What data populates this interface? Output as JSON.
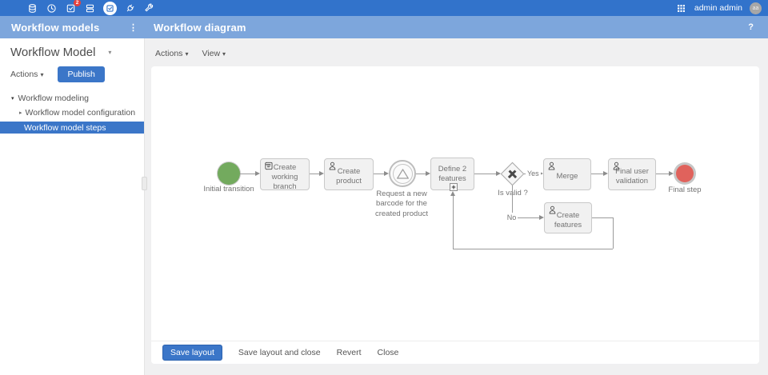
{
  "topbar": {
    "badge_count": "2",
    "user_name": "admin admin",
    "avatar_initials": "aa",
    "icons": [
      "database-icon",
      "clock-icon",
      "tasks-icon",
      "stack-icon",
      "workflow-icon",
      "plug-icon",
      "wrench-icon",
      "apps-grid-icon"
    ]
  },
  "header": {
    "left_title": "Workflow models",
    "main_title": "Workflow diagram",
    "help_label": "?"
  },
  "sidebar": {
    "title": "Workflow Model",
    "actions_label": "Actions",
    "publish_label": "Publish",
    "tree": [
      {
        "label": "Workflow modeling",
        "state": "expanded"
      },
      {
        "label": "Workflow model configuration",
        "state": "collapsed"
      },
      {
        "label": "Workflow model steps",
        "state": "selected"
      }
    ]
  },
  "toolbar": {
    "actions_label": "Actions",
    "view_label": "View"
  },
  "diagram": {
    "nodes": {
      "start": {
        "type": "start-event",
        "label": "Initial transition"
      },
      "create_branch": {
        "type": "script-task",
        "label": "Create working branch"
      },
      "create_product": {
        "type": "user-task",
        "label": "Create product"
      },
      "barcode_event": {
        "type": "intermediate-event",
        "label": "Request a new barcode for the created product"
      },
      "define_features": {
        "type": "subprocess",
        "label": "Define 2 features",
        "marker": "+"
      },
      "gateway": {
        "type": "exclusive-gateway",
        "label": "Is valid ?"
      },
      "merge": {
        "type": "user-task",
        "label": "Merge"
      },
      "final_validation": {
        "type": "user-task",
        "label": "Final user validation"
      },
      "create_features": {
        "type": "user-task",
        "label": "Create features"
      },
      "final_step": {
        "type": "end-event",
        "label": "Final step"
      }
    },
    "edges": {
      "yes_label": "Yes",
      "no_label": "No"
    }
  },
  "footer": {
    "save_label": "Save layout",
    "save_close_label": "Save layout and close",
    "revert_label": "Revert",
    "close_label": "Close"
  },
  "colors": {
    "topbar": "#3273cb",
    "subbar": "#7da6dc",
    "accent": "#3b76c8",
    "start_node": "#73aa5e",
    "end_node": "#e0625c",
    "badge": "#e8413c"
  }
}
